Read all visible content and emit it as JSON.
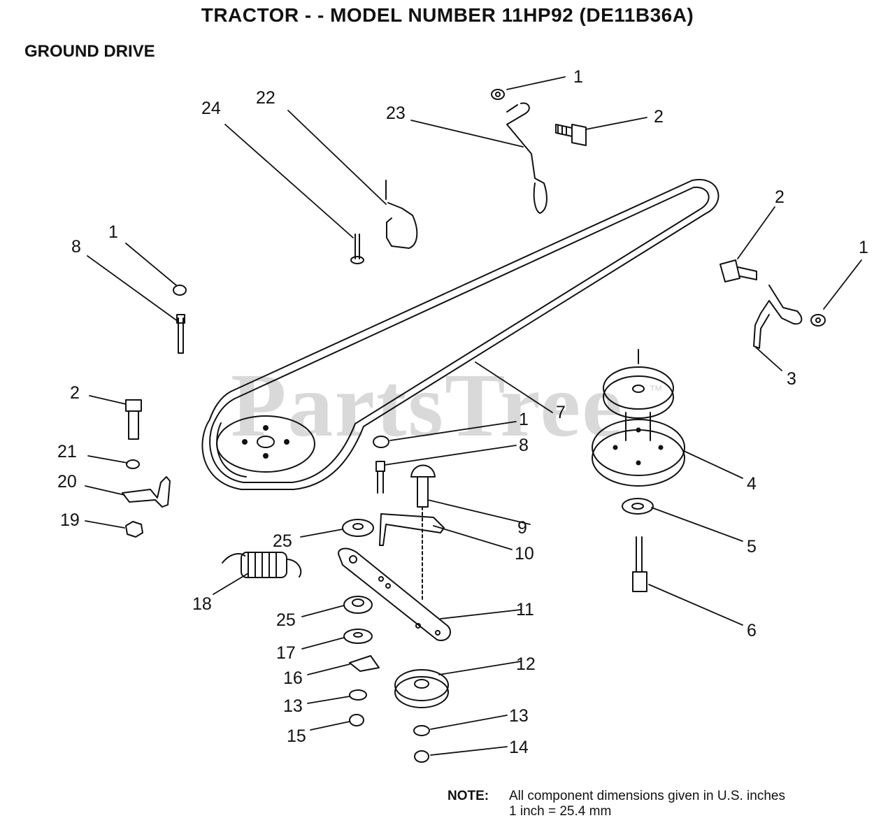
{
  "title": "TRACTOR - - MODEL NUMBER 11HP92 (DE11B36A)",
  "section": "GROUND DRIVE",
  "watermark": "PartsTree",
  "watermark_tm": "™",
  "note": {
    "label": "NOTE:",
    "line1": "All component dimensions given in U.S. inches",
    "line2": "1 inch = 25.4 mm"
  },
  "callouts": {
    "c1a": "1",
    "c2a": "2",
    "c23": "23",
    "c22": "22",
    "c24": "24",
    "c2b": "2",
    "c1b": "1",
    "c3": "3",
    "c1c": "1",
    "c8a": "8",
    "c7": "7",
    "c2c": "2",
    "c21": "21",
    "c20": "20",
    "c19": "19",
    "c1d": "1",
    "c8b": "8",
    "c4": "4",
    "c5": "5",
    "c9": "9",
    "c10": "10",
    "c25a": "25",
    "c18": "18",
    "c6": "6",
    "c11": "11",
    "c25b": "25",
    "c17": "17",
    "c12": "12",
    "c16": "16",
    "c13a": "13",
    "c15": "15",
    "c13b": "13",
    "c14": "14"
  }
}
